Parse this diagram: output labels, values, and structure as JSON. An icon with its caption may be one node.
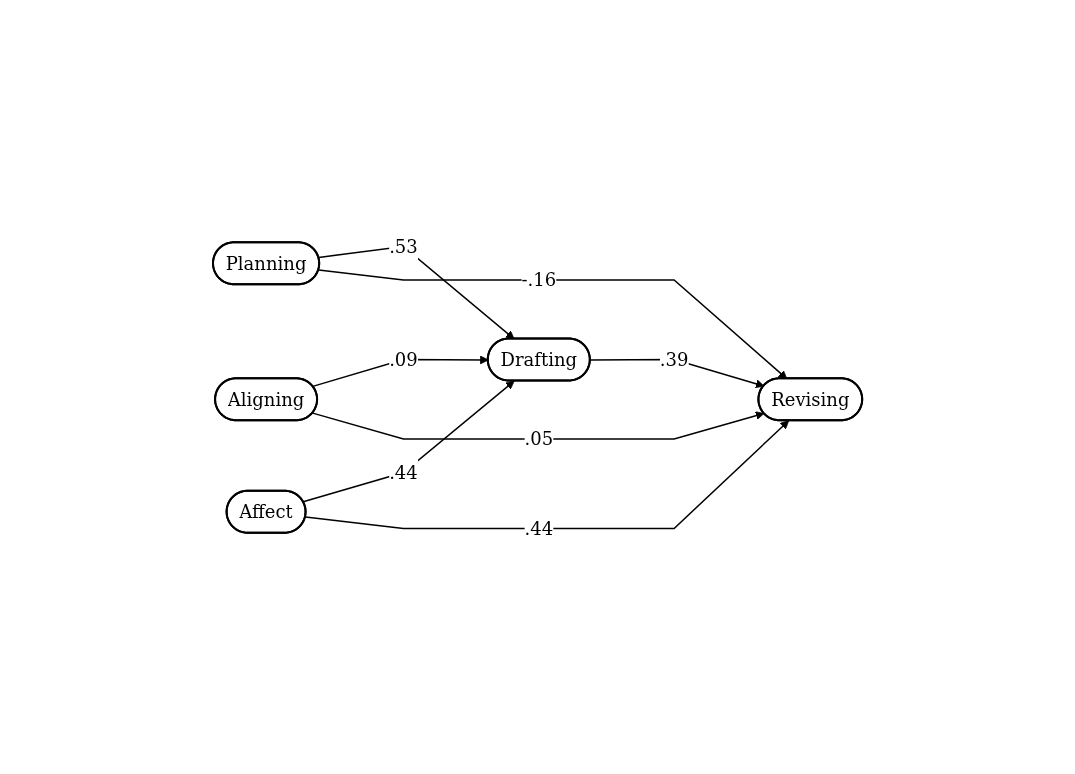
{
  "diagram": {
    "nodes": [
      {
        "text": [
          "Planning"
        ]
      },
      {
        "text": [
          "Drafting"
        ]
      },
      {
        "text": [
          "Aligning"
        ]
      },
      {
        "text": [
          "Affect"
        ]
      },
      {
        "text": [
          "Revising"
        ]
      }
    ],
    "edges": [
      {
        "from": 0,
        "to": 1,
        "arrow": "to",
        "label": ".53"
      },
      {
        "from": 0,
        "to": 4,
        "arrow": "to",
        "label": "-.16"
      },
      {
        "from": 2,
        "to": 1,
        "arrow": "to",
        "label": ".09"
      },
      {
        "from": 2,
        "to": 4,
        "arrow": "to",
        "label": ".05"
      },
      {
        "from": 3,
        "to": 1,
        "arrow": "to",
        "label": ".44"
      },
      {
        "from": 3,
        "to": 4,
        "arrow": "to",
        "label": ".44"
      },
      {
        "from": 1,
        "to": 4,
        "arrow": "to",
        "label": ".39"
      }
    ]
  }
}
